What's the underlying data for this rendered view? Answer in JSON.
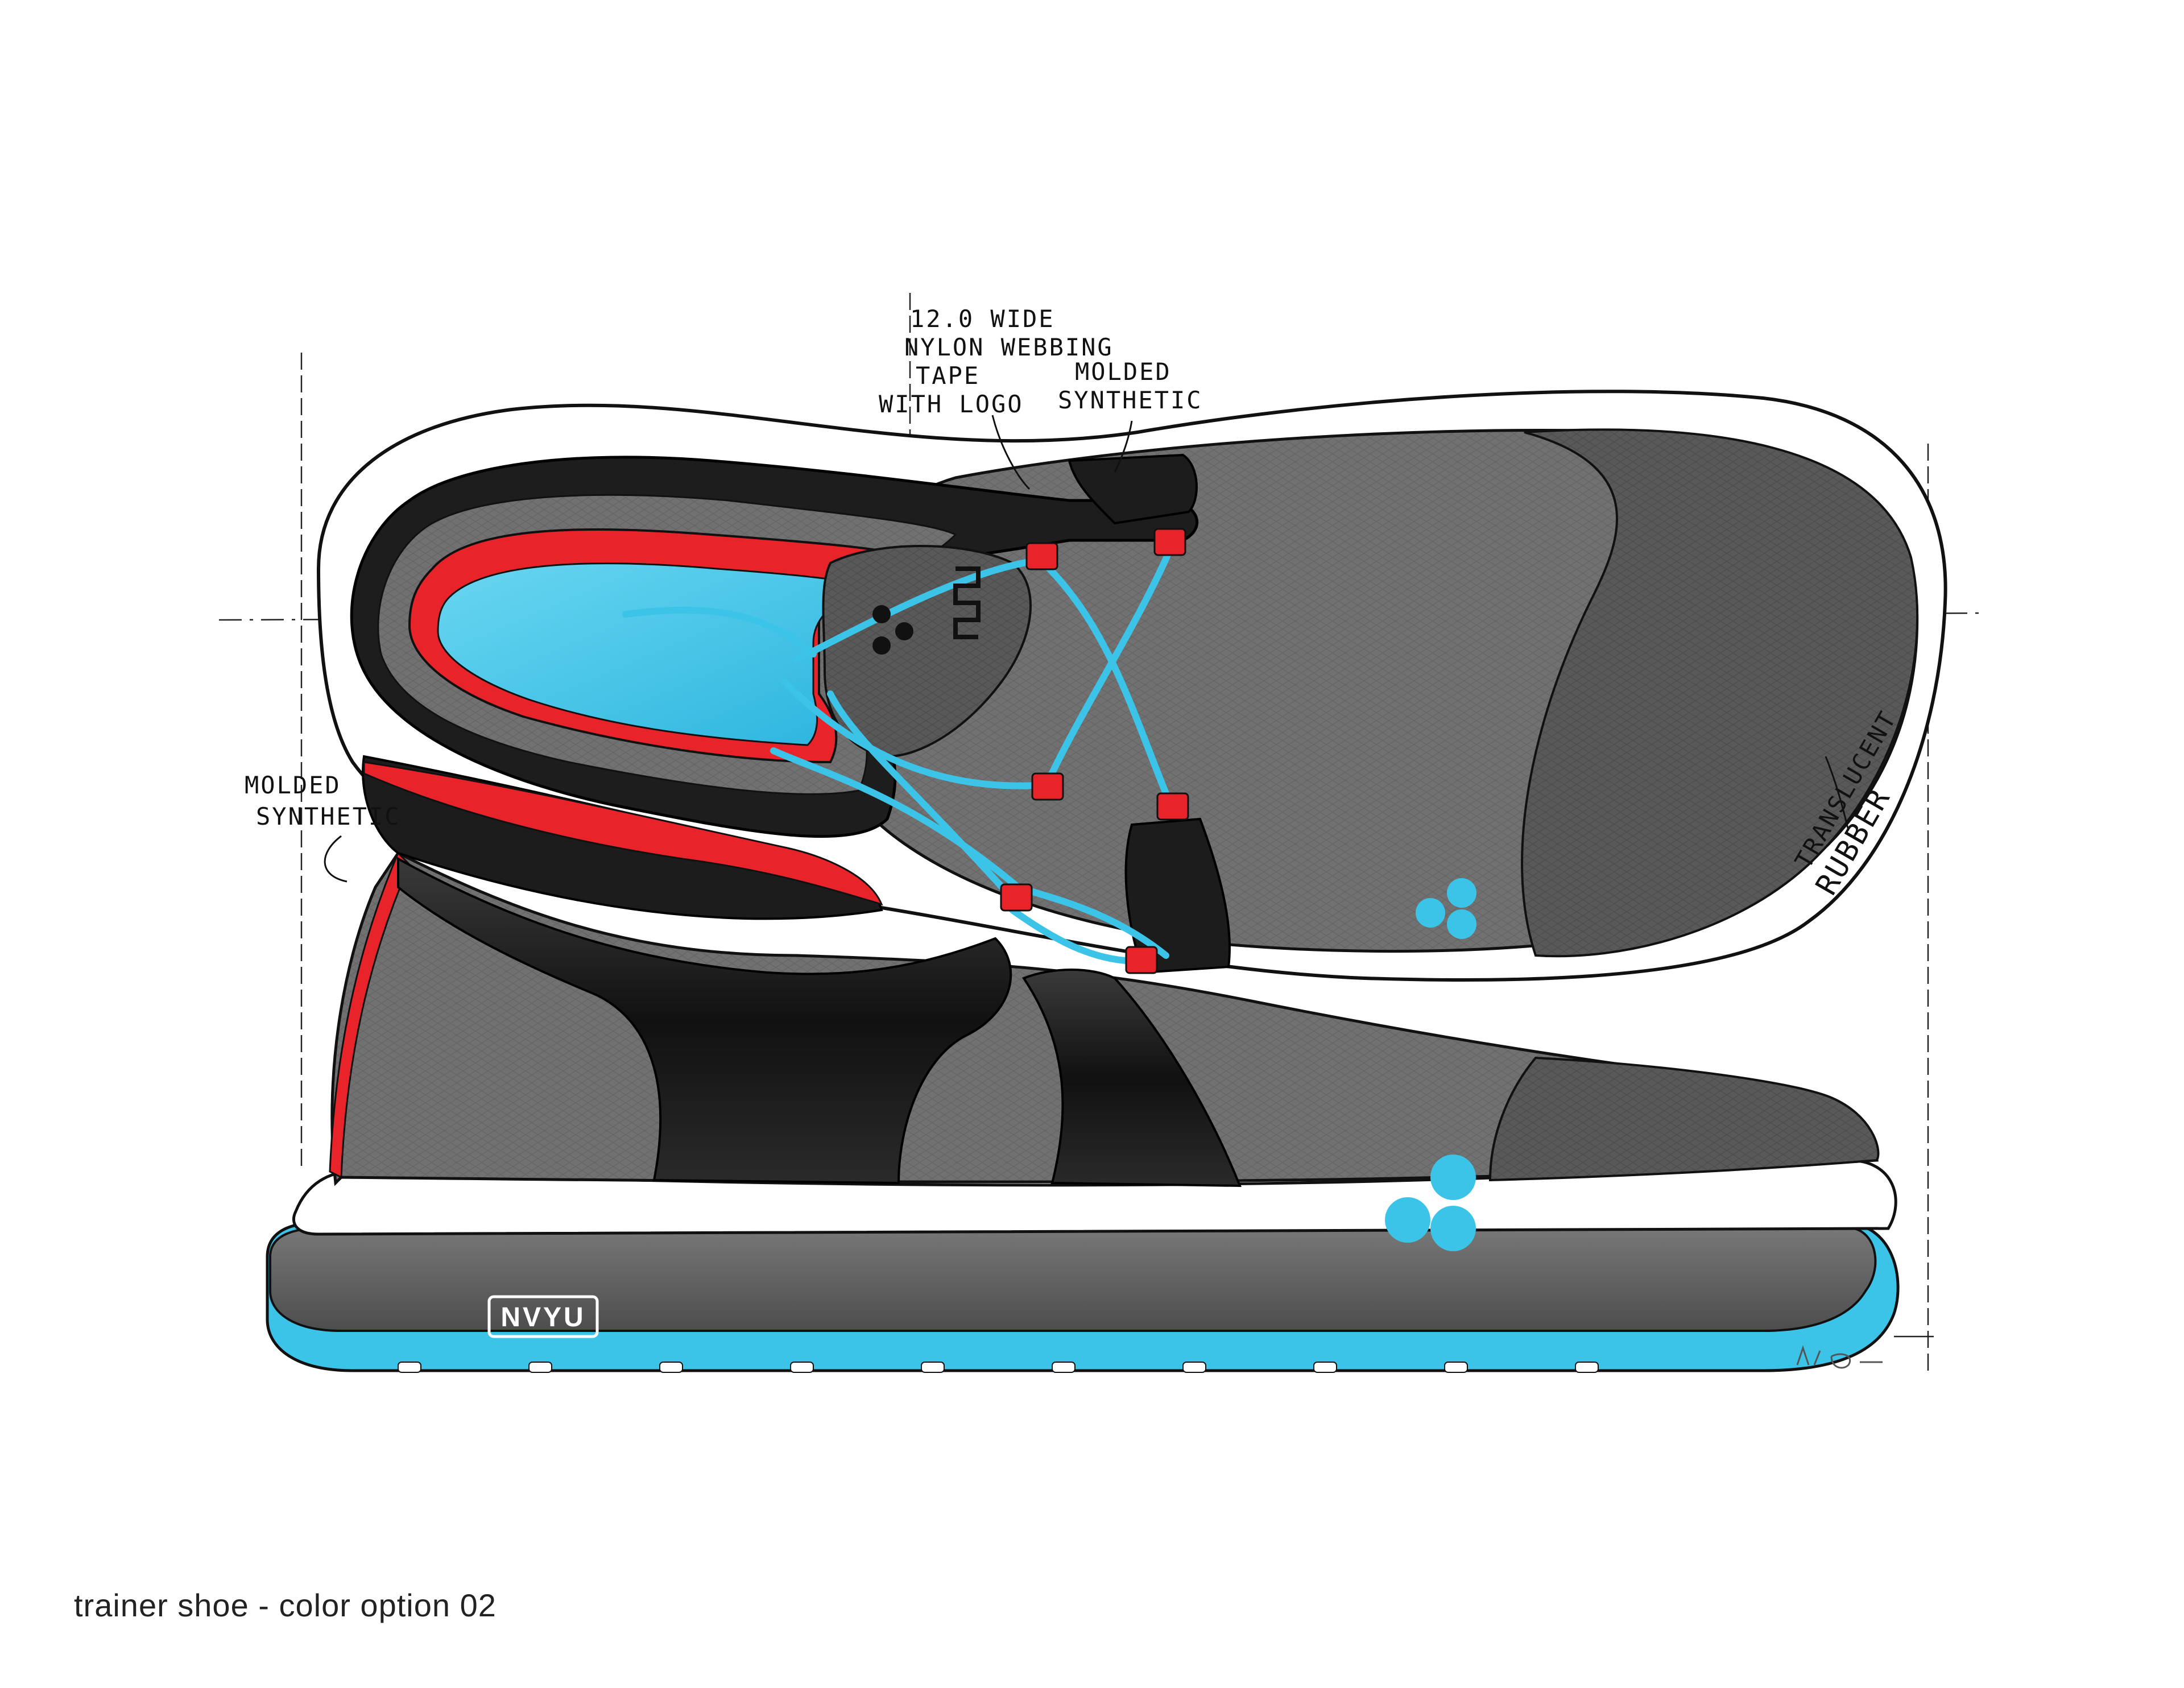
{
  "caption": "trainer shoe - color option 02",
  "annotations": {
    "webbing": [
      "12.0 WIDE",
      "NYLON WEBBING",
      "TAPE",
      "WITH LOGO"
    ],
    "molded_top": [
      "MOLDED",
      "SYNTHETIC"
    ],
    "molded_left": [
      "MOLDED",
      "SYNTHETIC"
    ],
    "translucent": [
      "TRANSLUCENT",
      "RUBBER"
    ]
  },
  "brand_mark": "NVYU",
  "colors": {
    "upper_gray": "#6f6f6f",
    "dark_gray": "#4d4d4d",
    "black_panel": "#1c1c1c",
    "accent_red": "#e8242a",
    "accent_blue": "#3cc4e8",
    "midsole_white": "#ffffff",
    "sole_gray": "#5e5e5e"
  }
}
